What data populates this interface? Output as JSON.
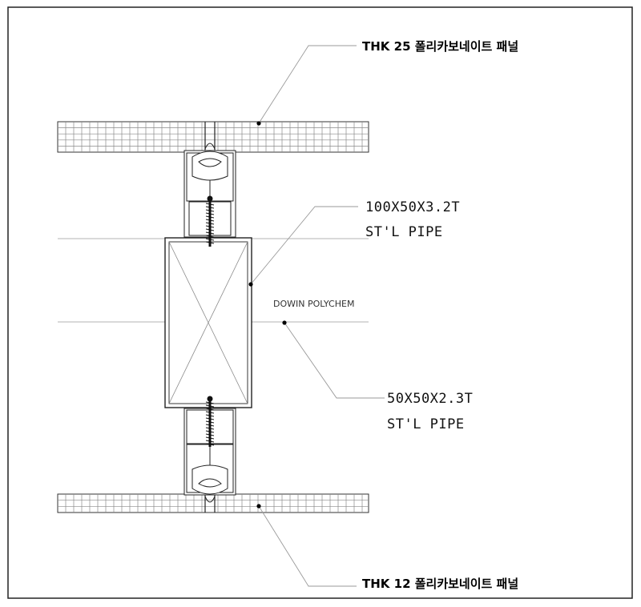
{
  "labels": {
    "top_panel": "THK 25 폴리카보네이트 패널",
    "main_pipe_size": "100X50X3.2T",
    "main_pipe_type": "ST'L PIPE",
    "watermark": "DOWIN POLYCHEM",
    "small_pipe_size": "50X50X2.3T",
    "small_pipe_type": "ST'L PIPE",
    "bottom_panel": "THK 12 폴리카보네이트 패널"
  },
  "colors": {
    "line": "#000000",
    "light_line": "#9a9a9a",
    "panel_grid": "#8a8a8a"
  }
}
